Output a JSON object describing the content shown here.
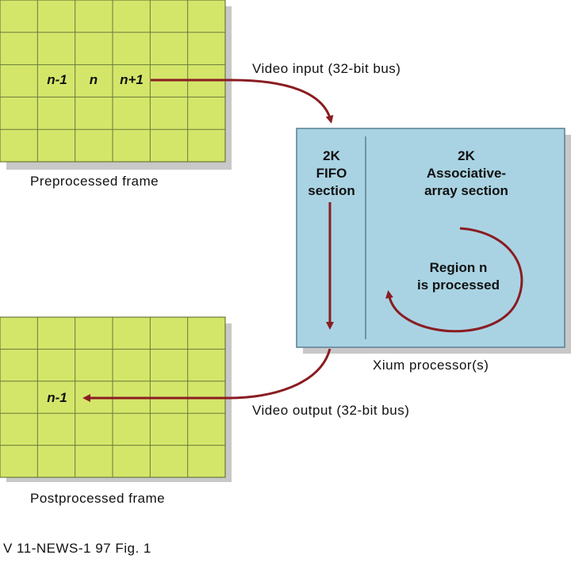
{
  "preprocessed": {
    "caption": "Preprocessed frame",
    "cells": {
      "prev": "n-1",
      "cur": "n",
      "next": "n+1"
    }
  },
  "postprocessed": {
    "caption": "Postprocessed frame",
    "cells": {
      "prev": "n-1"
    }
  },
  "video_input_label": "Video input (32-bit bus)",
  "video_output_label": "Video output (32-bit bus)",
  "processor": {
    "caption": "Xium processor(s)",
    "fifo_section": "2K\nFIFO\nsection",
    "assoc_section": "2K\nAssociative-\narray section",
    "region_text": "Region n\nis processed"
  },
  "figure_ref": "V 11-NEWS-1 97 Fig. 1",
  "colors": {
    "grid_fill": "#d4e66a",
    "grid_line": "#6a7a3a",
    "shadow": "#c8c8c8",
    "processor_fill": "#a9d3e3",
    "processor_line": "#5a7f93",
    "arrow": "#8a1c22"
  }
}
